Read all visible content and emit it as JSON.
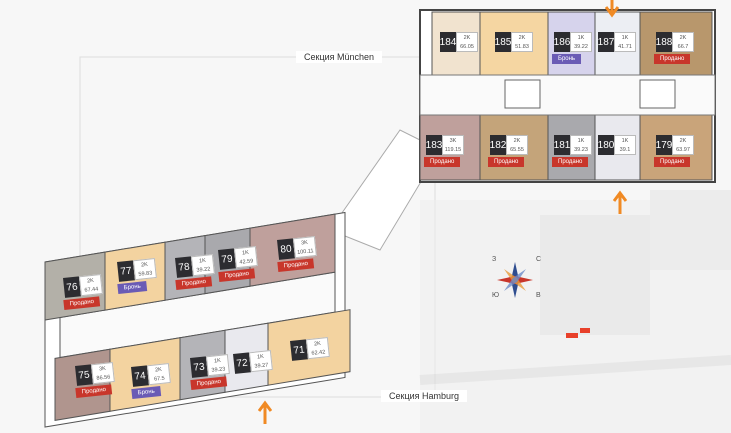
{
  "sections": {
    "munchen": "Секция München",
    "hamburg": "Секция Hamburg"
  },
  "status_colors": {
    "sold": "#c8362b",
    "reserved": "#6a5bb5"
  },
  "upper_units": [
    {
      "num": "184",
      "type": "2K",
      "area": "66.05",
      "status": "",
      "color": "#f1e3cf"
    },
    {
      "num": "185",
      "type": "2K",
      "area": "51.83",
      "status": "",
      "color": "#f5d6a2"
    },
    {
      "num": "186",
      "type": "1K",
      "area": "39.22",
      "status": "Бронь",
      "color": "#d6d3ec"
    },
    {
      "num": "187",
      "type": "1K",
      "area": "41.71",
      "status": "",
      "color": "#eceef3"
    },
    {
      "num": "188",
      "type": "2K",
      "area": "66.7",
      "status": "Продано",
      "color": "#b8976c"
    },
    {
      "num": "183",
      "type": "3K",
      "area": "119.15",
      "status": "Продано",
      "color": "#bfa09c"
    },
    {
      "num": "182",
      "type": "2K",
      "area": "65.55",
      "status": "Продано",
      "color": "#c4a47a"
    },
    {
      "num": "181",
      "type": "1K",
      "area": "39.23",
      "status": "Продано",
      "color": "#a9a9ad"
    },
    {
      "num": "180",
      "type": "1K",
      "area": "39.1",
      "status": "",
      "color": "#e9e9ee"
    },
    {
      "num": "179",
      "type": "2K",
      "area": "63.97",
      "status": "Продано",
      "color": "#c9a47a"
    }
  ],
  "lower_units": [
    {
      "num": "76",
      "type": "2K",
      "area": "67.44",
      "status": "Продано",
      "color": "#b3b0a8"
    },
    {
      "num": "77",
      "type": "2K",
      "area": "59.83",
      "status": "Бронь",
      "color": "#f3d3a0"
    },
    {
      "num": "78",
      "type": "1K",
      "area": "39.22",
      "status": "Продано",
      "color": "#b4b4b8"
    },
    {
      "num": "79",
      "type": "1K",
      "area": "42.59",
      "status": "Продано",
      "color": "#a9a9ad"
    },
    {
      "num": "80",
      "type": "3K",
      "area": "100.11",
      "status": "Продано",
      "color": "#bfa09c"
    },
    {
      "num": "75",
      "type": "3K",
      "area": "86.56",
      "status": "Продано",
      "color": "#b0958e"
    },
    {
      "num": "74",
      "type": "2K",
      "area": "67.5",
      "status": "Бронь",
      "color": "#f3d3a0"
    },
    {
      "num": "73",
      "type": "1K",
      "area": "39.23",
      "status": "Продано",
      "color": "#b4b4b8"
    },
    {
      "num": "72",
      "type": "1K",
      "area": "39.27",
      "status": "",
      "color": "#e9e9ee"
    },
    {
      "num": "71",
      "type": "2K",
      "area": "62.42",
      "status": "",
      "color": "#f3d3a0"
    }
  ],
  "compass_letters": [
    "С",
    "В",
    "Ю",
    "З"
  ],
  "accent": "#f08a24"
}
